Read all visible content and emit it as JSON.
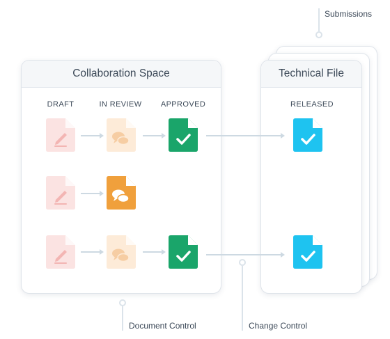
{
  "colors": {
    "draft": "#fbe3e2",
    "draft_icon": "#f3b5b3",
    "review_faded": "#fdebd8",
    "review_faded_icon": "#f6cda3",
    "review": "#f0a03c",
    "approved": "#1aa56a",
    "released": "#1ec3f0",
    "connector": "#cdd9e2"
  },
  "collaboration": {
    "title": "Collaboration Space",
    "columns": [
      "DRAFT",
      "IN REVIEW",
      "APPROVED"
    ]
  },
  "technical_file": {
    "title": "Technical File",
    "column": "RELEASED"
  },
  "rows": [
    {
      "draft": "faded",
      "review": "faded",
      "approved": true,
      "released": true
    },
    {
      "draft": "faded",
      "review": "active",
      "approved": false,
      "released": false
    },
    {
      "draft": "faded",
      "review": "faded",
      "approved": true,
      "released": true
    }
  ],
  "callouts": {
    "submissions": "Submissions",
    "document_control": "Document Control",
    "change_control": "Change Control"
  },
  "icons": {
    "draft": "pencil-document-icon",
    "review": "chat-document-icon",
    "approved": "checkmark-document-icon",
    "released": "checkmark-document-icon"
  }
}
